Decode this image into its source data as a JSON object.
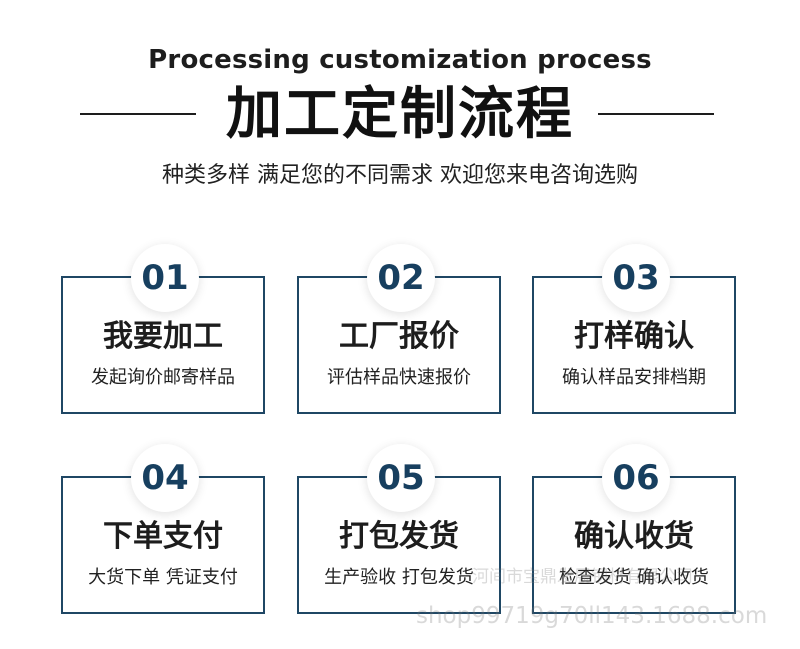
{
  "header": {
    "english_title": "Processing customization process",
    "chinese_title": "加工定制流程",
    "subtitle": "种类多样 满足您的不同需求 欢迎您来电咨询选购"
  },
  "steps": [
    {
      "number": "01",
      "title": "我要加工",
      "description": "发起询价邮寄样品"
    },
    {
      "number": "02",
      "title": "工厂报价",
      "description": "评估样品快速报价"
    },
    {
      "number": "03",
      "title": "打样确认",
      "description": "确认样品安排档期"
    },
    {
      "number": "04",
      "title": "下单支付",
      "description": "大货下单 凭证支付"
    },
    {
      "number": "05",
      "title": "打包发货",
      "description": "生产验收 打包发货"
    },
    {
      "number": "06",
      "title": "确认收货",
      "description": "检查发货 确认收货"
    }
  ],
  "watermark": {
    "line1": "河间市宝鼎发展钢材有限公司",
    "line2": "shop99719g70ll143.1688.com"
  },
  "colors": {
    "accent": "#1f4764",
    "text": "#1d1d1d"
  }
}
